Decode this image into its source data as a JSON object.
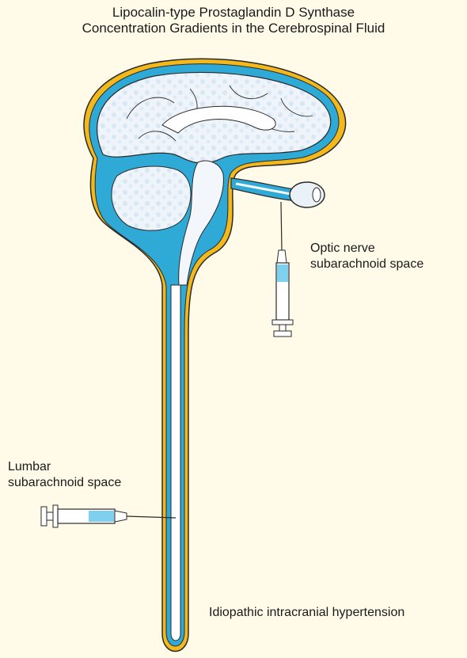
{
  "title": {
    "line1": "Lipocalin-type Prostaglandin D Synthase",
    "line2": "Concentration Gradients in the Cerebrospinal Fluid"
  },
  "labels": {
    "optic_line1": "Optic nerve",
    "optic_line2": "subarachnoid space",
    "lumbar_line1": "Lumbar",
    "lumbar_line2": "subarachnoid space",
    "condition": "Idiopathic intracranial hypertension"
  },
  "colors": {
    "background": "#fffbe8",
    "dura": "#f2b81c",
    "csf": "#2fa9d6",
    "tissue": "#f3f7fb",
    "tissue_shade": "#c8dff0",
    "outline": "#2a2a2a"
  }
}
